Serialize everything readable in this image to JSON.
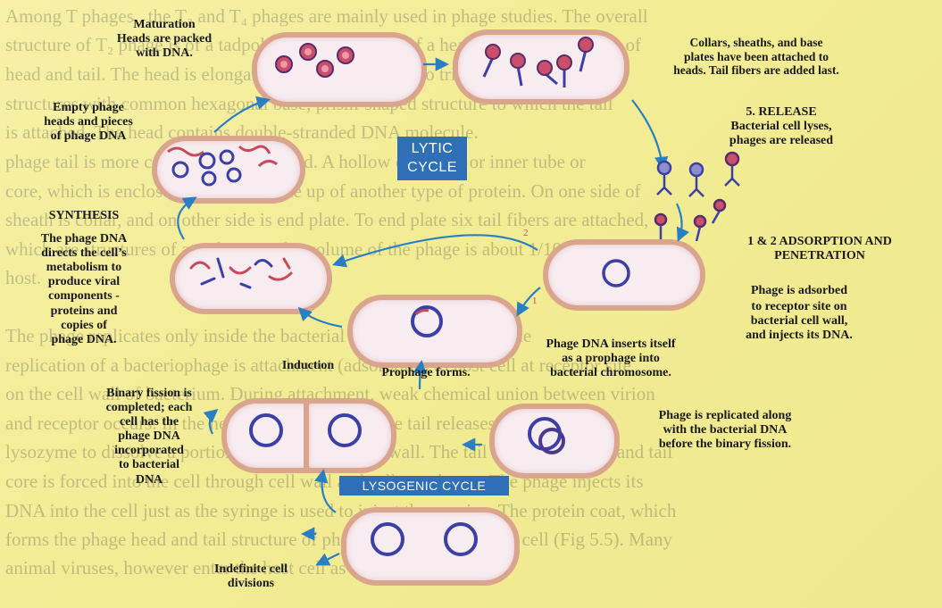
{
  "background_lines": [
    "Among T phages , the T₂ and T₄ phages are mainly used in phage studies. The overall",
    "structure of T₂ phage is of a tadpole shape consisting of a head and tail, consisting of",
    "head and tail. The head is elongated pyramid, having two triangular",
    "structures with common hexagonal base, prism-shaped structure to which the tail",
    "is attached. The head contains double-stranded DNA molecule.",
    "phage tail is more complex than the head. A hollow core tube or inner tube or",
    "core, which is enclosed by sheath made up of another type of protein. On one side of",
    "sheath is collar, and on other side is end plate. To end plate six tail fibers are attached,",
    "which are structures of attachment. The volume of the phage is about 1/1000 of the",
    "host.",
    "The phage replicates only inside the bacterial cell. The first step in the",
    "replication of a bacteriophage is attachment (adsorption) to host cell at receptor site",
    "on the cell wall of bacterium. During attachment, weak chemical union between virion",
    "and receptor occurs. In the next step, penetration, the tail releases the enzyme",
    "lysozyme to dissolve a portion of the bacterial cell wall. The tail sheath contracts and tail",
    "core is forced into the cell through cell wall and cell membrane. The phage injects its",
    "DNA into the cell just as the syringe is used to inject the vaccine. The protein coat, which",
    "forms the phage head and tail structure of phage remains outside the cell (Fig 5.5). Many",
    "animal viruses, however enter the host cell as a whole."
  ],
  "labels": {
    "maturation": [
      "Maturation",
      "Heads are packed",
      "with DNA."
    ],
    "collars": [
      "Collars, sheaths, and base",
      "plates have been attached to",
      "heads. Tail fibers are added last."
    ],
    "empty_heads": [
      "Empty phage",
      "heads and pieces",
      "of phage DNA"
    ],
    "release_title": "5. RELEASE",
    "release_body": [
      "Bacterial cell lyses,",
      "phages are released"
    ],
    "synthesis_title": "SYNTHESIS",
    "synthesis_body": [
      "The phage DNA",
      "directs the cell’s",
      "metabolism to",
      "produce viral",
      "components -",
      "proteins and",
      "copies of",
      "phage DNA."
    ],
    "adsorption_title": [
      "1 & 2 ADSORPTION AND",
      "PENETRATION"
    ],
    "adsorption_body_1": "Phage is adsorbed",
    "adsorption_body_2": [
      "to receptor site on",
      "bacterial cell wall,",
      "and injects its DNA."
    ],
    "induction": "Induction",
    "prophage_forms": "Prophage forms.",
    "inserts": [
      "Phage DNA inserts itself",
      "as a prophage into",
      "bacterial chromosome."
    ],
    "binary_fission": [
      "Binary fission is",
      "completed; each",
      "cell has the",
      "phage DNA",
      "incorporated",
      "to bacterial",
      "DNA"
    ],
    "replicated": [
      "Phage is replicated along",
      "with the bacterial DNA",
      "before the binary fission."
    ],
    "indefinite": [
      "Indefinite cell",
      "divisions"
    ],
    "lytic_cycle": [
      "LYTIC",
      "CYCLE"
    ],
    "lysogenic_cycle": "LYSOGENIC CYCLE",
    "step_1": "1",
    "step_2": "2"
  },
  "colors": {
    "background": "#f3ee9a",
    "cell_wall": "#d9a58c",
    "cell_fill": "#f7ecef",
    "arrow": "#2a7fc4",
    "badge": "#2f6fb8",
    "phage_head": "#c9506a",
    "dna_red": "#c84a5a",
    "dna_blue": "#3b3fa6"
  }
}
